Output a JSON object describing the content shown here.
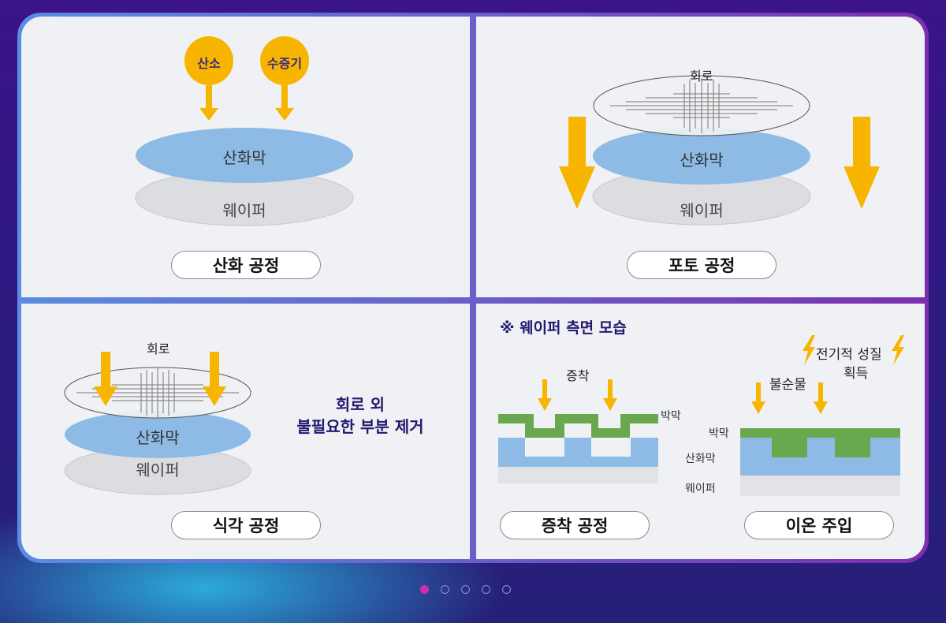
{
  "oxidation": {
    "gas1": "산소",
    "gas2": "수증기",
    "film": "산화막",
    "wafer": "웨이퍼",
    "title": "산화 공정"
  },
  "photo": {
    "circuit": "회로",
    "film": "산화막",
    "wafer": "웨이퍼",
    "title": "포토 공정"
  },
  "etching": {
    "circuit": "회로",
    "film": "산화막",
    "wafer": "웨이퍼",
    "desc_line1": "회로 외",
    "desc_line2": "불필요한 부분 제거",
    "title": "식각 공정"
  },
  "side_view": {
    "note": "※ 웨이퍼 측면 모습",
    "deposition_label": "증착",
    "thin_film_right": "박막",
    "thin_film_left": "박막",
    "oxide_label": "산화막",
    "wafer_label": "웨이퍼",
    "impurity_label": "불순물",
    "property_line1": "전기적 성질",
    "property_line2": "획득",
    "deposition_title": "증착 공정",
    "ion_title": "이온 주입"
  },
  "pagination": {
    "count": 5,
    "active": 0
  },
  "colors": {
    "accent_yellow": "#f7b500",
    "oxide_blue": "#8dbbe6",
    "wafer_gray": "#dedfe2",
    "film_green": "#6aa84f",
    "title_navy": "#23186e",
    "dot_active": "#d42bb0"
  }
}
